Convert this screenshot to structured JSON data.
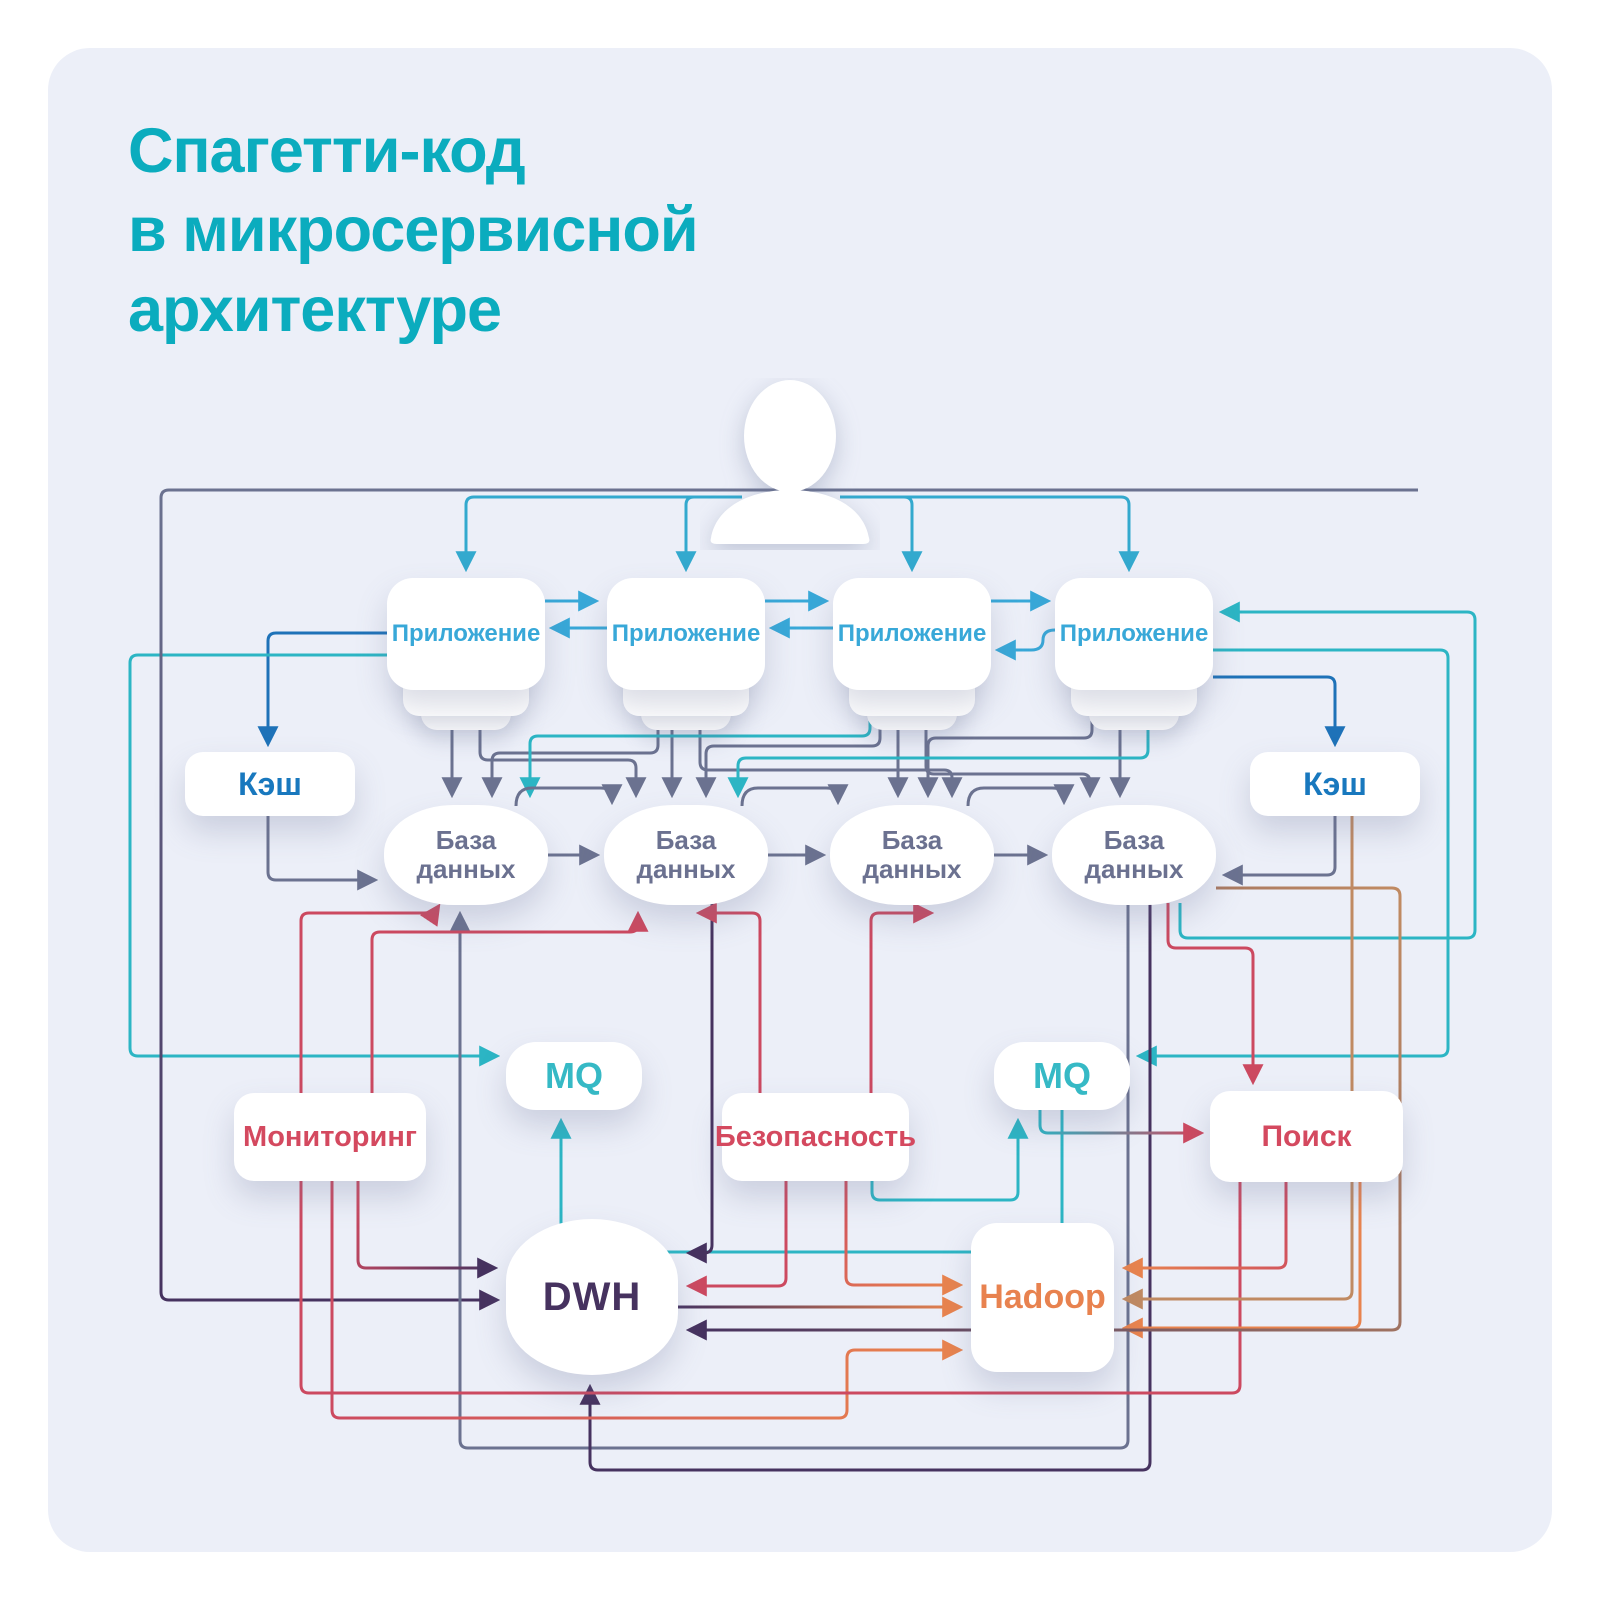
{
  "title": {
    "lines": [
      "Спагетти-код",
      "в микросервисной",
      "архитектуре"
    ]
  },
  "nodes": {
    "user_icon": "person-silhouette",
    "app_label": "Приложение",
    "cache_label": "Кэш",
    "db_label": "База данных",
    "mq_label": "MQ",
    "monitoring_label": "Мониторинг",
    "security_label": "Безопасность",
    "search_label": "Поиск",
    "dwh_label": "DWH",
    "hadoop_label": "Hadoop"
  },
  "colors": {
    "page_background": "#FFFFFF",
    "card_background": "#ECEFF8",
    "title_text": "#0BACBE",
    "app_text": "#38A8D8",
    "cache_text": "#1878BE",
    "db_text": "#6B7190",
    "mq_text": "#36B9C5",
    "service_text_red": "#D4495F",
    "dwh_text": "#46325F",
    "hadoop_text": "#E8824F",
    "line_teal": "#2CB5C4",
    "line_cyan": "#38A8D8",
    "line_blue": "#1E72B8",
    "line_slate": "#6B7290",
    "line_red": "#CC4960",
    "line_orange": "#E8834E",
    "line_purple": "#46325F",
    "line_tan": "#C08A62"
  },
  "edges": [
    {
      "from": "user",
      "to": "app-1",
      "color": "teal"
    },
    {
      "from": "user",
      "to": "app-2",
      "color": "teal"
    },
    {
      "from": "user",
      "to": "app-3",
      "color": "teal"
    },
    {
      "from": "user",
      "to": "app-4",
      "color": "teal"
    },
    {
      "from": "app-1",
      "to": "app-2",
      "color": "cyan"
    },
    {
      "from": "app-2",
      "to": "app-3",
      "color": "cyan"
    },
    {
      "from": "app-3",
      "to": "app-4",
      "color": "cyan"
    },
    {
      "from": "app-2",
      "to": "app-1",
      "color": "cyan"
    },
    {
      "from": "app-3",
      "to": "app-2",
      "color": "cyan"
    },
    {
      "from": "app-4",
      "to": "app-3",
      "color": "cyan"
    },
    {
      "from": "app-1",
      "to": "cache-1",
      "color": "blue"
    },
    {
      "from": "app-4",
      "to": "cache-2",
      "color": "blue"
    },
    {
      "from": "cache-1",
      "to": "db-1",
      "color": "slate"
    },
    {
      "from": "cache-2",
      "to": "db-4",
      "color": "slate"
    },
    {
      "from": "app-1",
      "to": "db-1",
      "color": "slate"
    },
    {
      "from": "app-1",
      "to": "db-2",
      "color": "slate"
    },
    {
      "from": "app-2",
      "to": "db-1",
      "color": "slate"
    },
    {
      "from": "app-2",
      "to": "db-2",
      "color": "slate"
    },
    {
      "from": "app-2",
      "to": "db-3",
      "color": "slate"
    },
    {
      "from": "app-3",
      "to": "db-1",
      "color": "teal"
    },
    {
      "from": "app-3",
      "to": "db-2",
      "color": "slate"
    },
    {
      "from": "app-3",
      "to": "db-3",
      "color": "slate"
    },
    {
      "from": "app-3",
      "to": "db-4",
      "color": "slate"
    },
    {
      "from": "app-4",
      "to": "db-2",
      "color": "teal"
    },
    {
      "from": "app-4",
      "to": "db-3",
      "color": "slate"
    },
    {
      "from": "app-4",
      "to": "db-4",
      "color": "slate"
    },
    {
      "from": "db-1",
      "to": "db-2",
      "color": "slate"
    },
    {
      "from": "db-2",
      "to": "db-3",
      "color": "slate"
    },
    {
      "from": "db-3",
      "to": "db-4",
      "color": "slate"
    },
    {
      "from": "app-1",
      "to": "mq-1",
      "color": "teal"
    },
    {
      "from": "app-4",
      "to": "mq-2",
      "color": "teal"
    },
    {
      "from": "mq-2",
      "to": "mq-1",
      "color": "teal"
    },
    {
      "from": "security",
      "to": "mq-2",
      "color": "teal"
    },
    {
      "from": "mq-2",
      "to": "search",
      "color": "teal-red"
    },
    {
      "from": "db-4",
      "to": "app-4",
      "color": "teal"
    },
    {
      "from": "db-4",
      "to": "search",
      "color": "red"
    },
    {
      "from": "db-2",
      "to": "dwh",
      "color": "purple"
    },
    {
      "from": "db-4",
      "to": "db-1",
      "color": "slate"
    },
    {
      "from": "db-4",
      "to": "dwh",
      "color": "purple"
    },
    {
      "from": "db-4",
      "to": "dwh",
      "color": "tan-purple"
    },
    {
      "from": "apps-left-loop",
      "to": "dwh",
      "color": "slate-purple"
    },
    {
      "from": "monitoring",
      "to": "dwh",
      "color": "red-purple"
    },
    {
      "from": "monitoring",
      "to": "db-2",
      "color": "red"
    },
    {
      "from": "monitoring",
      "to": "hadoop",
      "color": "red-orange"
    },
    {
      "from": "security",
      "to": "dwh",
      "color": "red"
    },
    {
      "from": "security",
      "to": "hadoop",
      "color": "red-orange"
    },
    {
      "from": "security",
      "to": "db-2",
      "color": "red"
    },
    {
      "from": "security",
      "to": "db-3",
      "color": "red"
    },
    {
      "from": "search",
      "to": "hadoop",
      "color": "red-orange"
    },
    {
      "from": "search",
      "to": "hadoop",
      "color": "orange"
    },
    {
      "from": "search",
      "to": "db-1",
      "color": "red"
    },
    {
      "from": "dwh",
      "to": "hadoop",
      "color": "purple-orange"
    },
    {
      "from": "cache-2",
      "to": "hadoop",
      "color": "tan"
    }
  ]
}
